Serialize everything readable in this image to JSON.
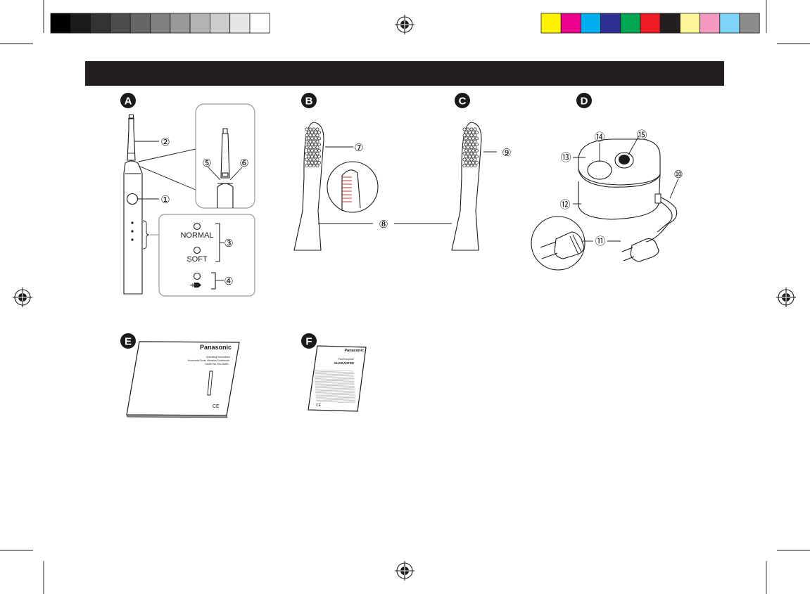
{
  "print_marks": {
    "gray_swatches": [
      "#000000",
      "#1a1a1a",
      "#333333",
      "#4d4d4d",
      "#666666",
      "#808080",
      "#999999",
      "#b3b3b3",
      "#cccccc",
      "#e6e6e6",
      "#ffffff"
    ],
    "color_swatches": [
      "#fff200",
      "#ec008c",
      "#00aeef",
      "#2e3192",
      "#00a651",
      "#ed1c24",
      "#231f20",
      "#fff799",
      "#f49ac1",
      "#7fd3f7",
      "#8c8c8c"
    ]
  },
  "header_bar": {
    "color": "#231f20"
  },
  "sections": {
    "A": {
      "badge": "A"
    },
    "B": {
      "badge": "B"
    },
    "C": {
      "badge": "C"
    },
    "D": {
      "badge": "D"
    },
    "E": {
      "badge": "E"
    },
    "F": {
      "badge": "F"
    }
  },
  "part_numbers": {
    "p1": "①",
    "p2": "②",
    "p3": "③",
    "p4": "④",
    "p5": "⑤",
    "p6": "⑥",
    "p7": "⑦",
    "p8": "⑧",
    "p9": "⑨",
    "p10": "⑩",
    "p11": "⑪",
    "p12": "⑫",
    "p13": "⑬",
    "p14": "⑭",
    "p15": "⑮"
  },
  "mode_panel": {
    "normal_label": "NORMAL",
    "soft_label": "SOFT",
    "charge_icon": "plug-icon"
  },
  "manual_booklet": {
    "brand": "Panasonic",
    "line1": "Operating Instructions",
    "line2": "Household Sonic Vibration Toothbrush",
    "line3": "Model No. EW-DM81",
    "ce_mark": "CE"
  },
  "guarantee_booklet": {
    "brand": "Panasonic",
    "line1": "Pan-European",
    "line2": "GUARANTEE",
    "ce_mark": "CE"
  }
}
